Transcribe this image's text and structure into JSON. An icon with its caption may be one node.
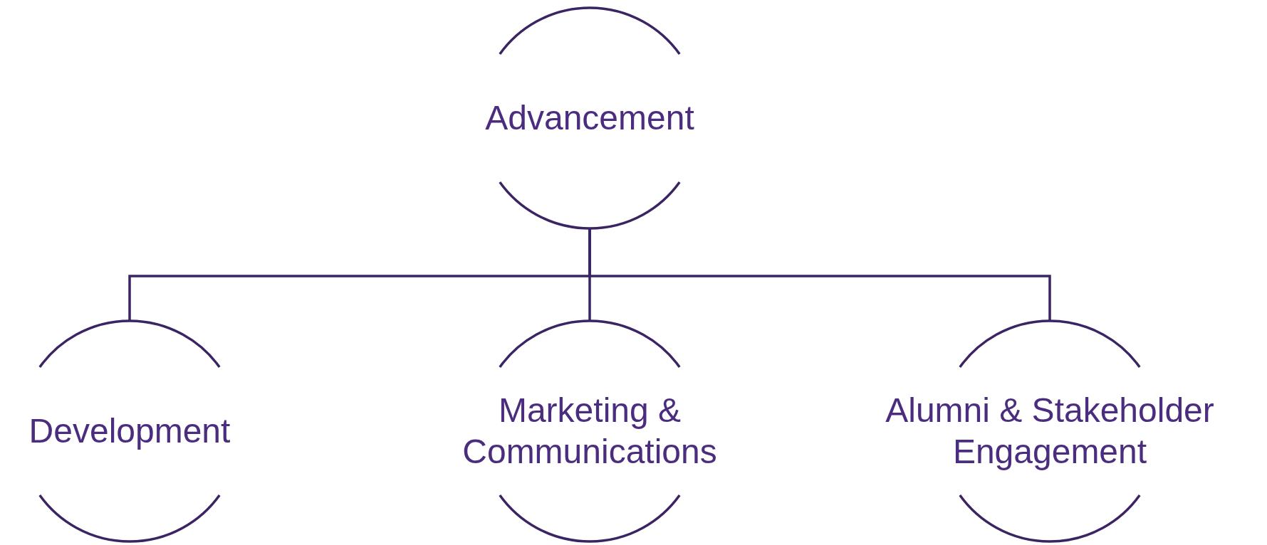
{
  "diagram": {
    "nodes": [
      {
        "text": [
          "Advancement"
        ]
      },
      {
        "text": [
          "Development"
        ]
      },
      {
        "text": [
          "Marketing & Communications"
        ]
      },
      {
        "text": [
          "Alumni & Stakeholder Engagement"
        ]
      }
    ],
    "edges": [
      {
        "from": 0,
        "to": 1,
        "arrow": "none"
      },
      {
        "from": 0,
        "to": 2,
        "arrow": "none"
      },
      {
        "from": 0,
        "to": 3,
        "arrow": "none"
      }
    ]
  }
}
